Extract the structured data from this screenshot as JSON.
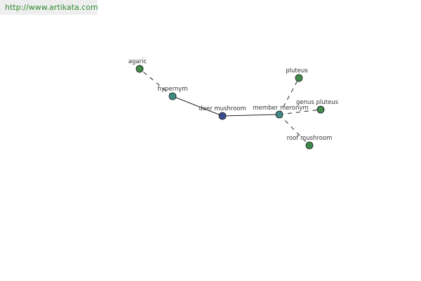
{
  "site": {
    "url": "http://www.artikata.com"
  },
  "colors": {
    "focus_node": "#3b4c8c",
    "relation_node": "#3f8b84",
    "term_node": "#3f8a49",
    "banner_bg": "#eeeeee",
    "link_text": "#2e8b2e",
    "edge": "#222222"
  },
  "graph": {
    "nodes": [
      {
        "id": "deer_mushroom",
        "label": "deer mushroom",
        "kind": "focus"
      },
      {
        "id": "hypernym",
        "label": "hypernym",
        "kind": "relation"
      },
      {
        "id": "member_meronym",
        "label": "member meronym",
        "kind": "relation"
      },
      {
        "id": "agaric",
        "label": "agaric",
        "kind": "term"
      },
      {
        "id": "pluteus",
        "label": "pluteus",
        "kind": "term"
      },
      {
        "id": "genus_pluteus",
        "label": "genus pluteus",
        "kind": "term"
      },
      {
        "id": "roof_mushroom",
        "label": "roof mushroom",
        "kind": "term"
      }
    ],
    "edges": [
      {
        "from": "deer_mushroom",
        "to": "hypernym",
        "style": "solid"
      },
      {
        "from": "deer_mushroom",
        "to": "member_meronym",
        "style": "solid"
      },
      {
        "from": "hypernym",
        "to": "agaric",
        "style": "dashed"
      },
      {
        "from": "member_meronym",
        "to": "pluteus",
        "style": "dashed"
      },
      {
        "from": "member_meronym",
        "to": "genus_pluteus",
        "style": "dashed"
      },
      {
        "from": "member_meronym",
        "to": "roof_mushroom",
        "style": "dashed"
      }
    ]
  }
}
